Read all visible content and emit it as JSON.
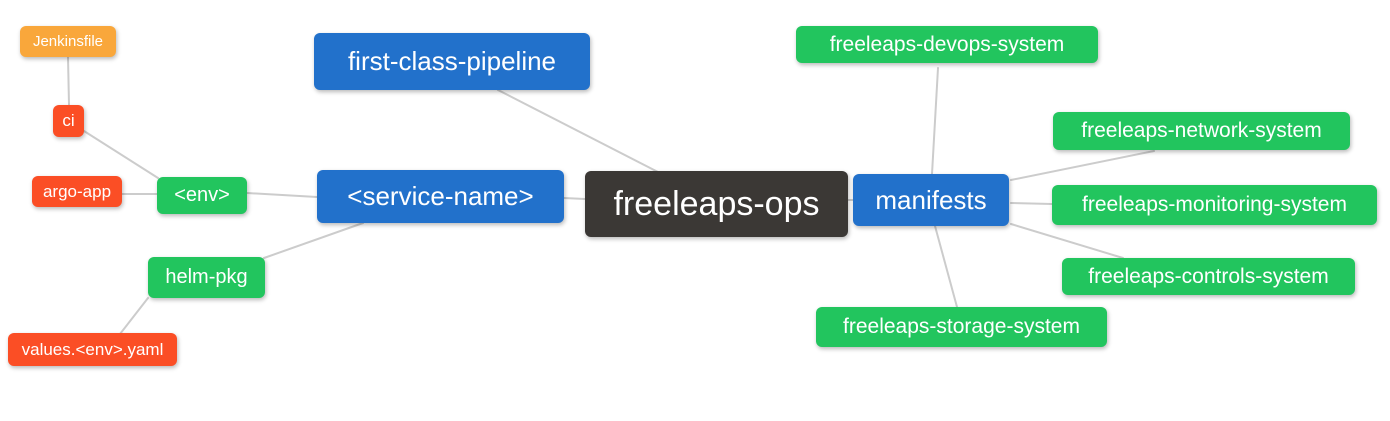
{
  "diagram": {
    "type": "mindmap",
    "palette": {
      "blue": "#2271cb",
      "green": "#22c55e",
      "orange": "#f9a73b",
      "red": "#fb4e25",
      "dark": "#3b3835",
      "edge_line": "#cccccc",
      "background": "#ffffff",
      "text": "#ffffff"
    },
    "nodes": {
      "root": {
        "label": "freeleaps-ops",
        "color": "#3b3835"
      },
      "pipeline": {
        "label": "first-class-pipeline",
        "color": "#2271cb"
      },
      "service": {
        "label": "<service-name>",
        "color": "#2271cb"
      },
      "manifests": {
        "label": "manifests",
        "color": "#2271cb"
      },
      "env": {
        "label": "<env>",
        "color": "#22c55e"
      },
      "helm": {
        "label": "helm-pkg",
        "color": "#22c55e"
      },
      "ci": {
        "label": "ci",
        "color": "#fb4e25"
      },
      "argo": {
        "label": "argo-app",
        "color": "#fb4e25"
      },
      "values": {
        "label": "values.<env>.yaml",
        "color": "#fb4e25"
      },
      "jenkinsfile": {
        "label": "Jenkinsfile",
        "color": "#f9a73b"
      },
      "devops": {
        "label": "freeleaps-devops-system",
        "color": "#22c55e"
      },
      "network": {
        "label": "freeleaps-network-system",
        "color": "#22c55e"
      },
      "monitoring": {
        "label": "freeleaps-monitoring-system",
        "color": "#22c55e"
      },
      "controls": {
        "label": "freeleaps-controls-system",
        "color": "#22c55e"
      },
      "storage": {
        "label": "freeleaps-storage-system",
        "color": "#22c55e"
      }
    },
    "edges": [
      {
        "from": "jenkinsfile",
        "to": "ci"
      },
      {
        "from": "ci",
        "to": "env"
      },
      {
        "from": "argo",
        "to": "env"
      },
      {
        "from": "env",
        "to": "service"
      },
      {
        "from": "service",
        "to": "helm"
      },
      {
        "from": "helm",
        "to": "values"
      },
      {
        "from": "pipeline",
        "to": "root"
      },
      {
        "from": "service",
        "to": "root"
      },
      {
        "from": "root",
        "to": "manifests"
      },
      {
        "from": "manifests",
        "to": "devops"
      },
      {
        "from": "manifests",
        "to": "network"
      },
      {
        "from": "manifests",
        "to": "monitoring"
      },
      {
        "from": "manifests",
        "to": "controls"
      },
      {
        "from": "manifests",
        "to": "storage"
      }
    ]
  }
}
